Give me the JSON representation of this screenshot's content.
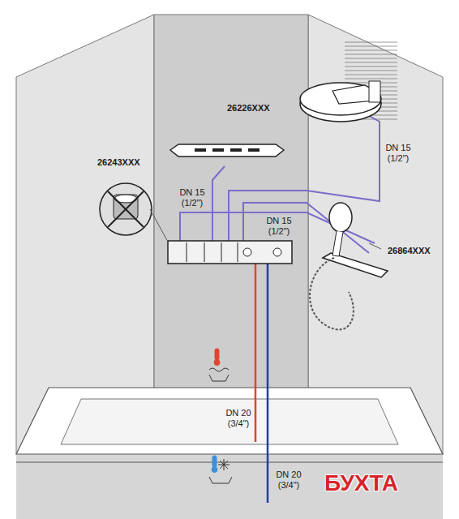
{
  "diagram": {
    "labels": [
      "26226XXX",
      "DN 15 (1/2\")",
      "26243XXX",
      "DN 15 (1/2\")",
      "DN 15 (1/2\")",
      "26864XXX",
      "DN 20 (3/4\")",
      "DN 20 (3/4\")",
      "БУХТА"
    ]
  }
}
